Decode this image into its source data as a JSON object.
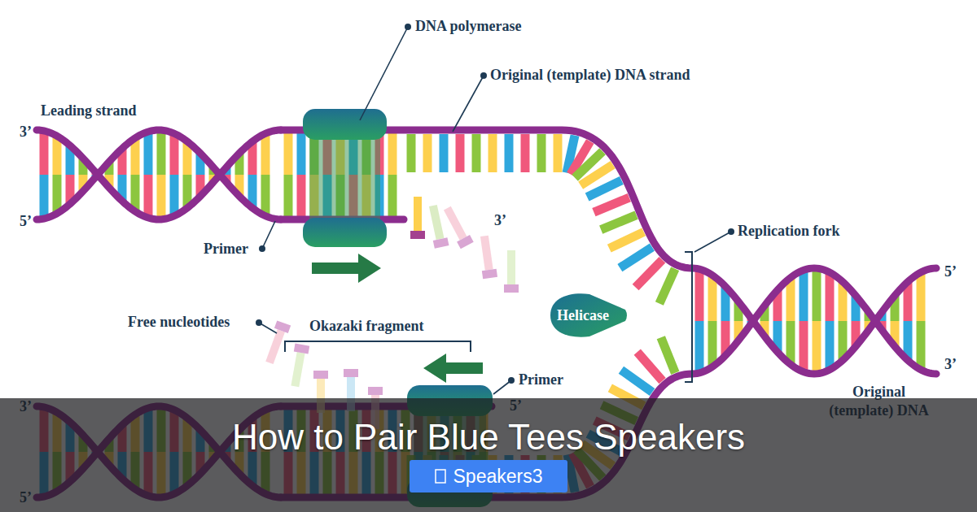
{
  "diagram": {
    "title": "How to Pair Blue Tees Speakers",
    "nodes": [
      {
        "text": [
          "Helicase"
        ]
      },
      {
        "text": [
          "Speakers3"
        ]
      }
    ],
    "labels": [
      "Leading strand",
      "3’",
      "5’",
      "DNA polymerase",
      "Original (template) DNA strand",
      "Primer",
      "3’",
      "Replication fork",
      "5’",
      "3’",
      "Free nucleotides",
      "Okazaki fragment",
      "Primer",
      "5’",
      "Original (template) DNA",
      "3’",
      "5’"
    ]
  }
}
